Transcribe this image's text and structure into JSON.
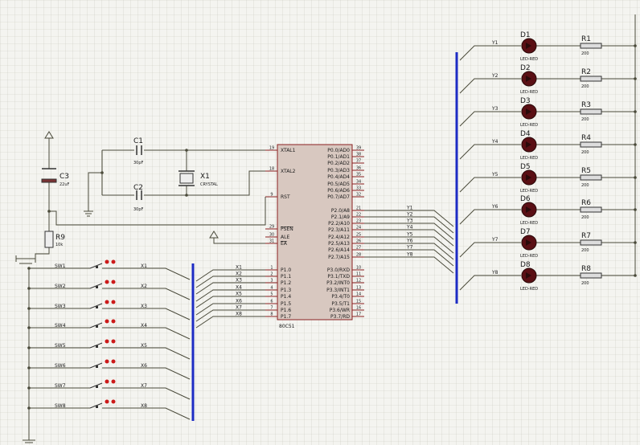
{
  "mcu": {
    "part": "80C51",
    "left_pins": [
      {
        "num": "19",
        "name": "XTAL1"
      },
      {
        "num": "18",
        "name": "XTAL2"
      },
      {
        "num": "9",
        "name": "RST"
      },
      {
        "num": "29",
        "name": "PSEN"
      },
      {
        "num": "30",
        "name": "ALE"
      },
      {
        "num": "31",
        "name": "EA"
      },
      {
        "num": "1",
        "name": "P1.0",
        "net": "X1"
      },
      {
        "num": "2",
        "name": "P1.1",
        "net": "X2"
      },
      {
        "num": "3",
        "name": "P1.2",
        "net": "X3"
      },
      {
        "num": "4",
        "name": "P1.3",
        "net": "X4"
      },
      {
        "num": "5",
        "name": "P1.4",
        "net": "X5"
      },
      {
        "num": "6",
        "name": "P1.5",
        "net": "X6"
      },
      {
        "num": "7",
        "name": "P1.6",
        "net": "X7"
      },
      {
        "num": "8",
        "name": "P1.7",
        "net": "X8"
      }
    ],
    "right_pins": [
      {
        "num": "39",
        "name": "P0.0/AD0"
      },
      {
        "num": "38",
        "name": "P0.1/AD1"
      },
      {
        "num": "37",
        "name": "P0.2/AD2"
      },
      {
        "num": "36",
        "name": "P0.3/AD3"
      },
      {
        "num": "35",
        "name": "P0.4/AD4"
      },
      {
        "num": "34",
        "name": "P0.5/AD5"
      },
      {
        "num": "33",
        "name": "P0.6/AD6"
      },
      {
        "num": "32",
        "name": "P0.7/AD7"
      },
      {
        "num": "21",
        "name": "P2.0/A8",
        "net": "Y1"
      },
      {
        "num": "22",
        "name": "P2.1/A9",
        "net": "Y2"
      },
      {
        "num": "23",
        "name": "P2.2/A10",
        "net": "Y3"
      },
      {
        "num": "24",
        "name": "P2.3/A11",
        "net": "Y4"
      },
      {
        "num": "25",
        "name": "P2.4/A12",
        "net": "Y5"
      },
      {
        "num": "26",
        "name": "P2.5/A13",
        "net": "Y6"
      },
      {
        "num": "27",
        "name": "P2.6/A14",
        "net": "Y7"
      },
      {
        "num": "28",
        "name": "P2.7/A15",
        "net": "Y8"
      },
      {
        "num": "10",
        "name": "P3.0/RXD"
      },
      {
        "num": "11",
        "name": "P3.1/TXD"
      },
      {
        "num": "12",
        "name": "P3.2/INT0"
      },
      {
        "num": "13",
        "name": "P3.3/INT1"
      },
      {
        "num": "14",
        "name": "P3.4/T0"
      },
      {
        "num": "15",
        "name": "P3.5/T1"
      },
      {
        "num": "16",
        "name": "P3.6/WR"
      },
      {
        "num": "17",
        "name": "P3.7/RD"
      }
    ]
  },
  "components": {
    "c1": {
      "ref": "C1",
      "value": "30pF"
    },
    "c2": {
      "ref": "C2",
      "value": "30pF"
    },
    "c3": {
      "ref": "C3",
      "value": "22uF"
    },
    "x1": {
      "ref": "X1",
      "value": "CRYSTAL"
    },
    "r9": {
      "ref": "R9",
      "value": "10k"
    }
  },
  "switches": [
    {
      "ref": "SW1",
      "net": "X1"
    },
    {
      "ref": "SW2",
      "net": "X2"
    },
    {
      "ref": "SW3",
      "net": "X3"
    },
    {
      "ref": "SW4",
      "net": "X4"
    },
    {
      "ref": "SW5",
      "net": "X5"
    },
    {
      "ref": "SW6",
      "net": "X6"
    },
    {
      "ref": "SW7",
      "net": "X7"
    },
    {
      "ref": "SW8",
      "net": "X8"
    }
  ],
  "leds": [
    {
      "ref": "D1",
      "type": "LED-RED",
      "net": "Y1",
      "res": "R1",
      "res_value": "200"
    },
    {
      "ref": "D2",
      "type": "LED-RED",
      "net": "Y2",
      "res": "R2",
      "res_value": "200"
    },
    {
      "ref": "D3",
      "type": "LED-RED",
      "net": "Y3",
      "res": "R3",
      "res_value": "200"
    },
    {
      "ref": "D4",
      "type": "LED-RED",
      "net": "Y4",
      "res": "R4",
      "res_value": "200"
    },
    {
      "ref": "D5",
      "type": "LED-RED",
      "net": "Y5",
      "res": "R5",
      "res_value": "200"
    },
    {
      "ref": "D6",
      "type": "LED-RED",
      "net": "Y6",
      "res": "R6",
      "res_value": "200"
    },
    {
      "ref": "D7",
      "type": "LED-RED",
      "net": "Y7",
      "res": "R7",
      "res_value": "200"
    },
    {
      "ref": "D8",
      "type": "LED-RED",
      "net": "Y8",
      "res": "R8",
      "res_value": "200"
    }
  ],
  "colors": {
    "background": "#f4f4f0",
    "grid": "#c9c9c0",
    "wire": "#4a4a3a",
    "bus": "#1d2cc4",
    "chip_fill": "#d8c8c0",
    "chip_stroke": "#8a1f1f",
    "led": "#5a0f14",
    "switch_dot": "#cc1a1a"
  }
}
